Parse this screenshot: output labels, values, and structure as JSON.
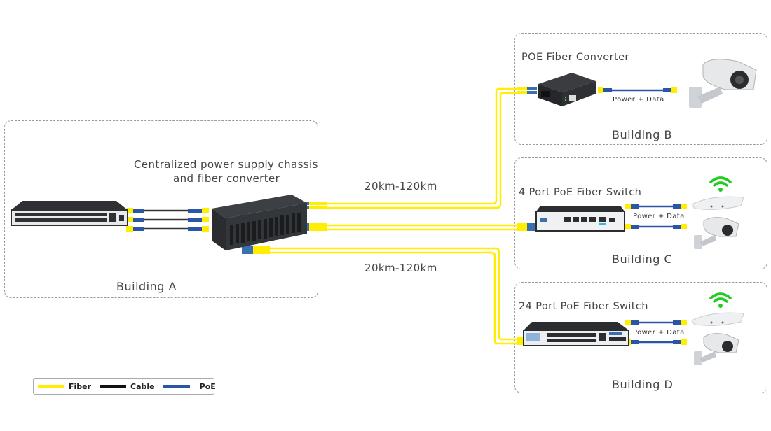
{
  "title": "Centralized PoE fiber network topology",
  "buildings": {
    "a": {
      "name": "Building A",
      "chassis_label_line1": "Centralized power supply chassis",
      "chassis_label_line2": "and fiber converter"
    },
    "b": {
      "name": "Building B",
      "device_label": "POE Fiber Converter",
      "link_label": "Power + Data"
    },
    "c": {
      "name": "Building C",
      "device_label": "4 Port PoE Fiber Switch",
      "link_label": "Power + Data"
    },
    "d": {
      "name": "Building D",
      "device_label": "24 Port PoE Fiber Switch",
      "link_label": "Power + Data"
    }
  },
  "distances": {
    "upper": "20km-120km",
    "lower": "20km-120km"
  },
  "legend": {
    "items": [
      {
        "label": "Fiber",
        "color": "#ffee00"
      },
      {
        "label": "Cable",
        "color": "#111111"
      },
      {
        "label": "PoE",
        "color": "#2b55a6"
      }
    ]
  },
  "colors": {
    "fiber": "#ffee00",
    "cable": "#333333",
    "poe": "#2b55a6",
    "wifi": "#22cc22",
    "device": "#2b2d31"
  }
}
